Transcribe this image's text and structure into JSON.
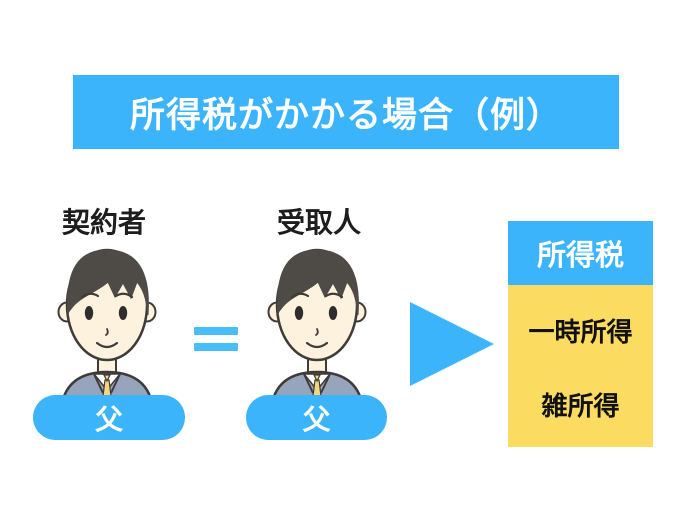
{
  "colors": {
    "accent_blue": "#3cb4fb",
    "equals_blue": "#49bcfc",
    "box_yellow": "#fbdc60",
    "text_dark": "#1d1d1d",
    "title_text": "#ffffff"
  },
  "banner": {
    "title": "所得税がかかる場合（例）"
  },
  "diagram": {
    "contractor": {
      "role_label": "契約者",
      "person_label": "父"
    },
    "beneficiary": {
      "role_label": "受取人",
      "person_label": "父"
    },
    "relation_symbol": "=",
    "arrow_icon": "right-triangle",
    "tax_box": {
      "header": "所得税",
      "items": [
        "一時所得",
        "雑所得"
      ]
    }
  }
}
